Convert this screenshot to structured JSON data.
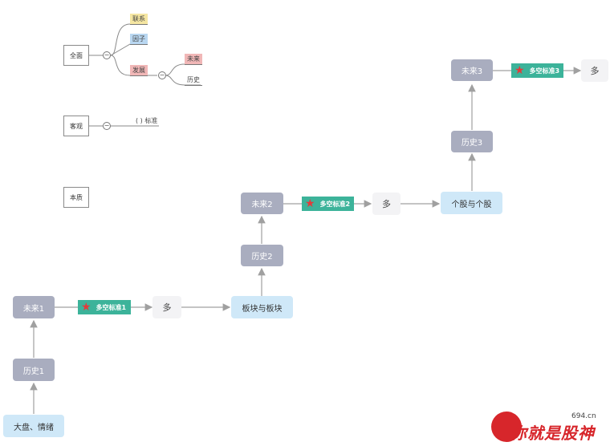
{
  "mindmap": {
    "root1": "全面",
    "root1_children": [
      "联系",
      "因子",
      "发展"
    ],
    "fazhan_children": [
      "未来",
      "历史"
    ],
    "root2": "客观",
    "root2_child": "( ) 标准",
    "root3": "本质",
    "collapse_symbol": "−"
  },
  "flow": {
    "base": "大盘、情绪",
    "hist1": "历史1",
    "future1": "未来1",
    "std1": "多空标准1",
    "duo1": "多",
    "sector": "板块与板块",
    "hist2": "历史2",
    "future2": "未来2",
    "std2": "多空标准2",
    "duo2": "多",
    "stock": "个股与个股",
    "hist3": "历史3",
    "future3": "未来3",
    "std3": "多空标准3",
    "duo3": "多",
    "star_icon": "★"
  },
  "watermark": {
    "text": "你就是股神",
    "domain": "694.cn"
  },
  "colors": {
    "gray_node": "#a9adbf",
    "blue_node": "#cfe8f8",
    "standard": "#3cb39a",
    "star": "#e23b3b",
    "logo": "#d7262b"
  }
}
